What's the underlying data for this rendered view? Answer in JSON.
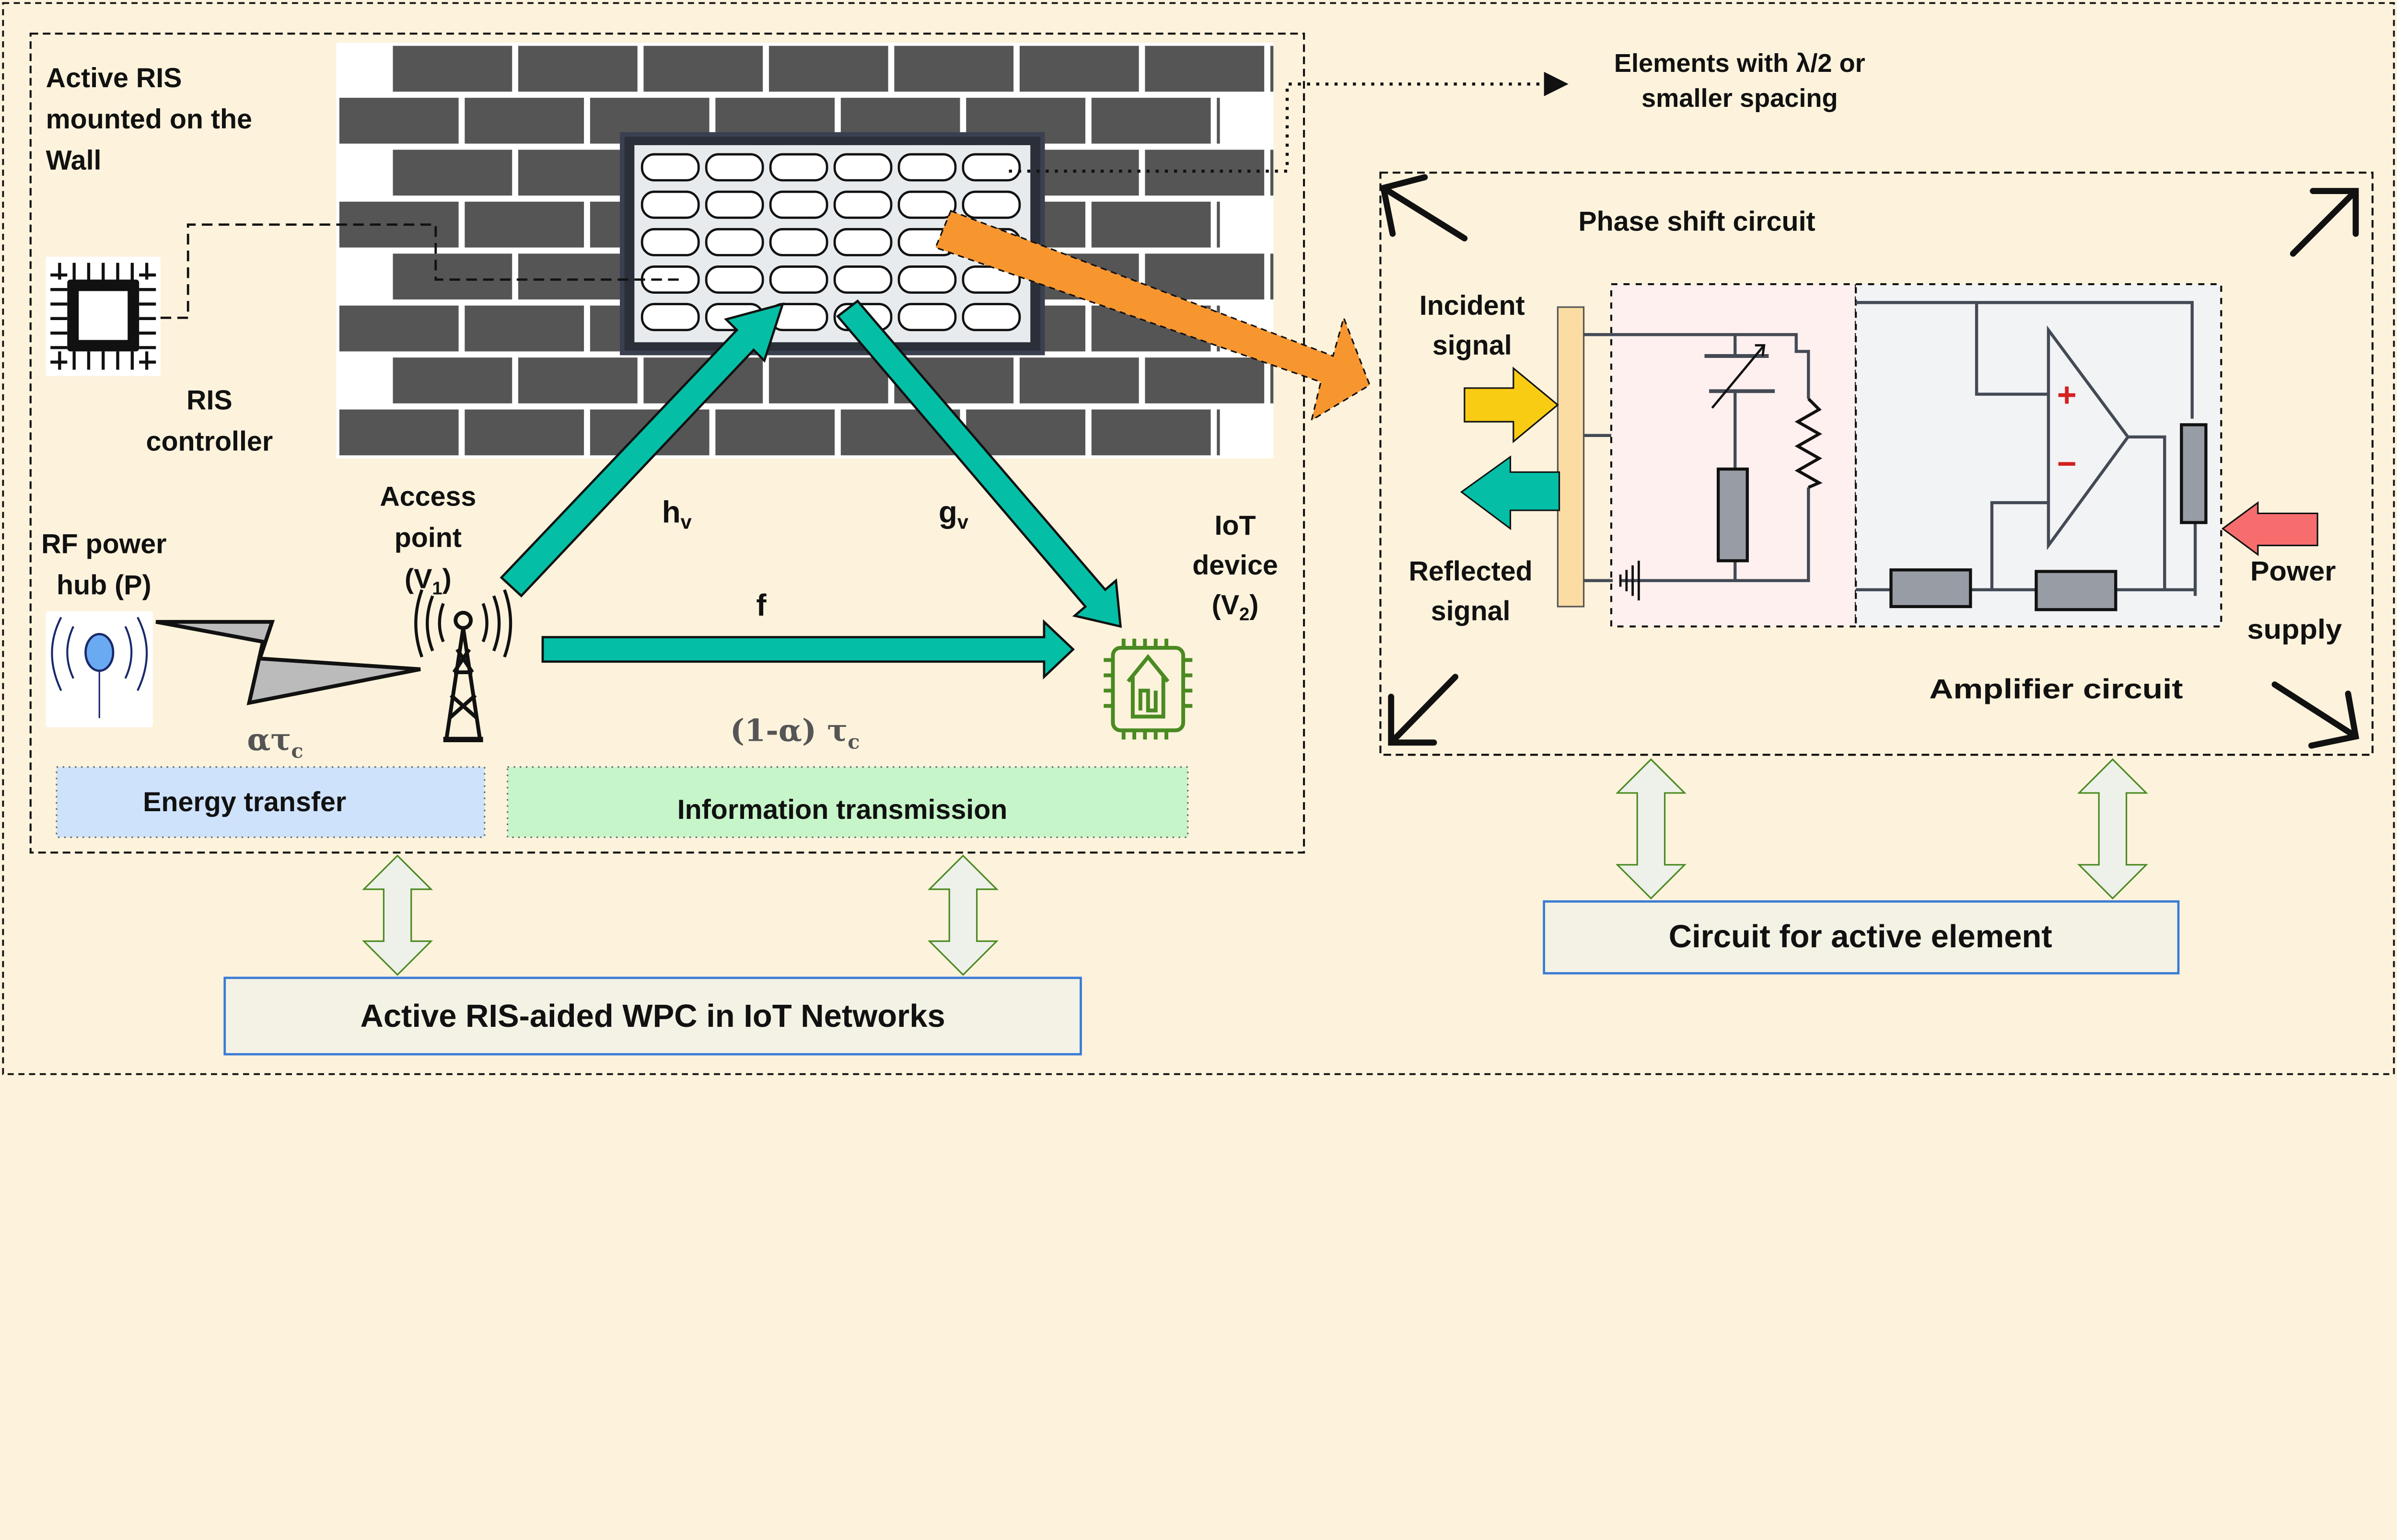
{
  "left_panel": {
    "ris_title": [
      "Active RIS",
      "mounted on the",
      "Wall"
    ],
    "ris_controller": [
      "RIS",
      "controller"
    ],
    "elements_note": [
      "Elements with λ/2 or",
      "smaller spacing"
    ],
    "rf_hub": [
      "RF power",
      "hub (P)"
    ],
    "access_point": {
      "line1": "Access",
      "line2": "point",
      "open": "(V",
      "sub": "1",
      "close": ")"
    },
    "iot_device": {
      "line1": "IoT",
      "line2": "device",
      "open": "(V",
      "sub": "2",
      "close": ")"
    },
    "channel_h": {
      "main": "h",
      "sub": "v"
    },
    "channel_g": {
      "main": "g",
      "sub": "v"
    },
    "channel_f": "f",
    "energy_time": {
      "main": "ατ",
      "sub": "c"
    },
    "info_time": {
      "main": "(1-α) τ",
      "sub": "c"
    },
    "energy_transfer": "Energy transfer",
    "information_transmission": "Information transmission",
    "caption": "Active RIS-aided WPC in IoT Networks"
  },
  "right_panel": {
    "phase_shift": "Phase shift circuit",
    "incident": [
      "Incident",
      "signal"
    ],
    "reflected": [
      "Reflected",
      "signal"
    ],
    "power_supply": [
      "Power",
      "supply"
    ],
    "amplifier": "Amplifier circuit",
    "caption": "Circuit for active element",
    "plus": "+",
    "minus": "−"
  },
  "colors": {
    "background": "#fdf3dc",
    "teal_arrow": "#04bfa6",
    "orange_arrow": "#f7962f",
    "yellow_arrow": "#f9cc14",
    "red_arrow": "#f76d6d",
    "energy_box": "#cfe2fb",
    "info_box": "#c6f5c9",
    "iot_green": "#4a8a22",
    "caption_border": "#3a7bd5"
  }
}
